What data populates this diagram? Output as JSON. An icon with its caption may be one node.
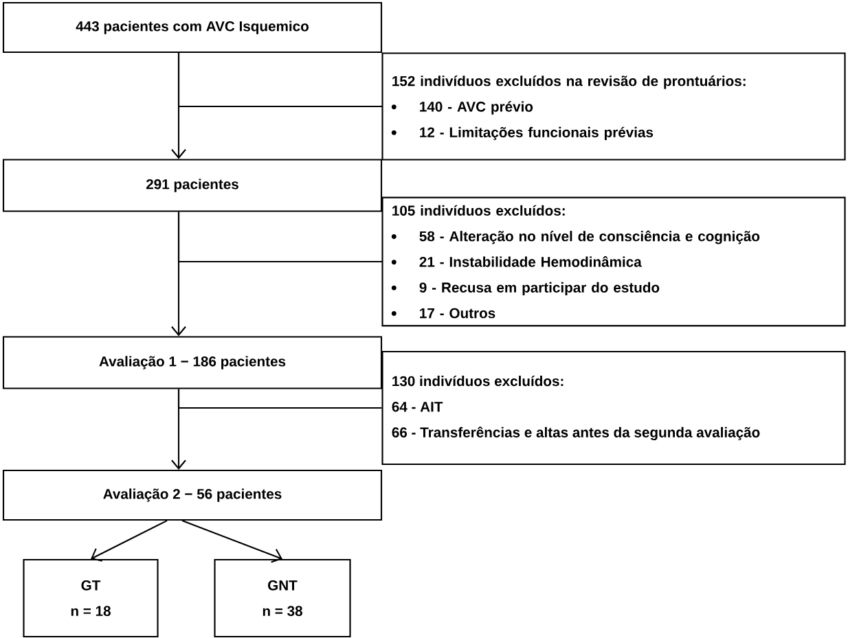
{
  "diagram": {
    "nodes": [
      {
        "text": [
          "443 pacientes com AVC Isquemico"
        ]
      },
      {
        "text": [
          "152 indivíduos excluídos na revisão de prontuários:",
          "140 - AVC prévio",
          "12 - Limitações funcionais prévias"
        ]
      },
      {
        "text": [
          "291 pacientes"
        ]
      },
      {
        "text": [
          "105 indivíduos excluídos:",
          "58 - Alteração no nível de consciência e cognição",
          "21 - Instabilidade Hemodinâmica",
          "9 -  Recusa em participar do estudo",
          "17 - Outros"
        ]
      },
      {
        "text": [
          "Avaliação 1 − 186 pacientes"
        ]
      },
      {
        "text": [
          "130 indivíduos excluídos:",
          "64 - AIT",
          "66 - Transferências e altas antes da segunda avaliação"
        ]
      },
      {
        "text": [
          "Avaliação 2 − 56 pacientes"
        ]
      },
      {
        "text": [
          "GT",
          "n = 18"
        ]
      },
      {
        "text": [
          "GNT",
          "n = 38"
        ]
      }
    ],
    "edges": [
      {
        "from": 0,
        "to": 2,
        "arrow": "to"
      },
      {
        "from": 0,
        "to": 1,
        "arrow": "none"
      },
      {
        "from": 2,
        "to": 4,
        "arrow": "to"
      },
      {
        "from": 2,
        "to": 3,
        "arrow": "none"
      },
      {
        "from": 4,
        "to": 6,
        "arrow": "to"
      },
      {
        "from": 4,
        "to": 5,
        "arrow": "none"
      },
      {
        "from": 6,
        "to": 7,
        "arrow": "to"
      },
      {
        "from": 6,
        "to": 8,
        "arrow": "to"
      }
    ]
  }
}
